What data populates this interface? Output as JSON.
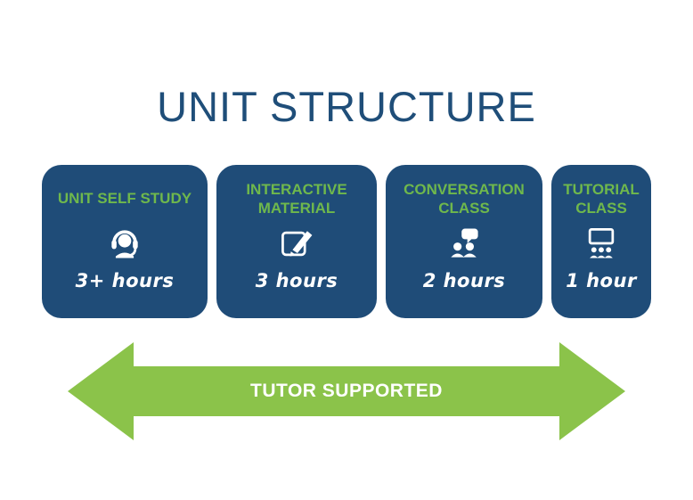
{
  "title": "UNIT STRUCTURE",
  "colors": {
    "navy_card": "#1F4C78",
    "title_blue": "#1F4E79",
    "green_text": "#6FB84C",
    "green_arrow": "#8BC34A",
    "white": "#FFFFFF"
  },
  "cards": [
    {
      "title": "UNIT SELF STUDY",
      "hours": "3+ hours",
      "icon": "headset-person-icon"
    },
    {
      "title": "INTERACTIVE MATERIAL",
      "hours": "3 hours",
      "icon": "pencil-document-icon"
    },
    {
      "title": "CONVERSATION CLASS",
      "hours": "2 hours",
      "icon": "people-chat-icon"
    },
    {
      "title": "TUTORIAL CLASS",
      "hours": "1 hour",
      "icon": "classroom-presentation-icon"
    }
  ],
  "arrow": {
    "label": "TUTOR SUPPORTED"
  }
}
